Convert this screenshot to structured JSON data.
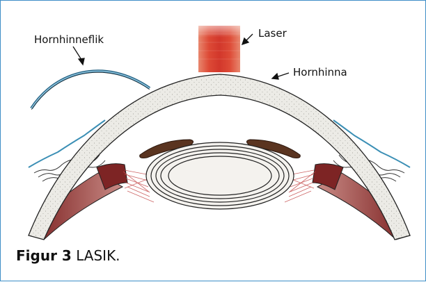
{
  "labels": {
    "flap": "Hornhinneflik",
    "laser": "Laser",
    "cornea": "Hornhinna"
  },
  "caption": {
    "figure": "Figur 3",
    "text": "LASIK."
  },
  "colors": {
    "frame": "#3e8ec7",
    "laser_beam": "#d9382c",
    "cornea_fill": "#ecebe6",
    "sclera_red": "#8c2a2a",
    "iris_brown": "#5a3420",
    "conjunctiva_blue": "#3b8fb5",
    "fibers": "#c44a4a"
  }
}
